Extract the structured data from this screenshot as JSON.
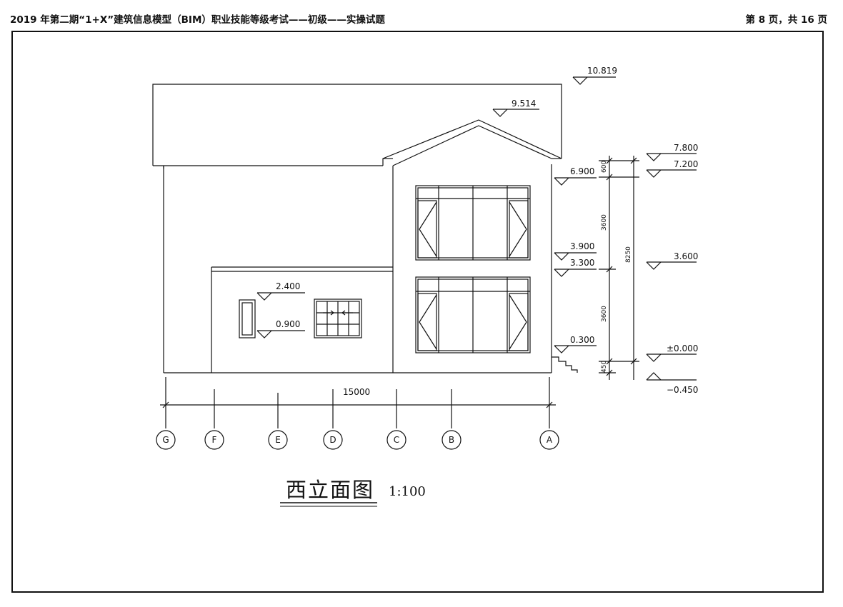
{
  "header": {
    "title": "2019 年第二期“1+X”建筑信息模型（BIM）职业技能等级考试——初级——实操试题",
    "page": "第 8 页，共 16 页"
  },
  "drawing": {
    "title": "西立面图",
    "scale": "1:100",
    "overall_dimension": "15000",
    "elevations": {
      "ridge_main": "10.819",
      "ridge_gable": "9.514",
      "e_7800": "7.800",
      "e_7200": "7.200",
      "e_6900": "6.900",
      "e_3900": "3.900",
      "e_3600": "3.600",
      "e_3300": "3.300",
      "e_2400": "2.400",
      "e_0900": "0.900",
      "e_0300": "0.300",
      "e_0000": "±0.000",
      "e_m0450": "−0.450"
    },
    "vertical_dims": {
      "d600": "600",
      "d3600_upper": "3600",
      "d3600_lower": "3600",
      "d8250": "8250",
      "d450": "450"
    },
    "axes": [
      "G",
      "F",
      "E",
      "D",
      "C",
      "B",
      "A"
    ]
  }
}
